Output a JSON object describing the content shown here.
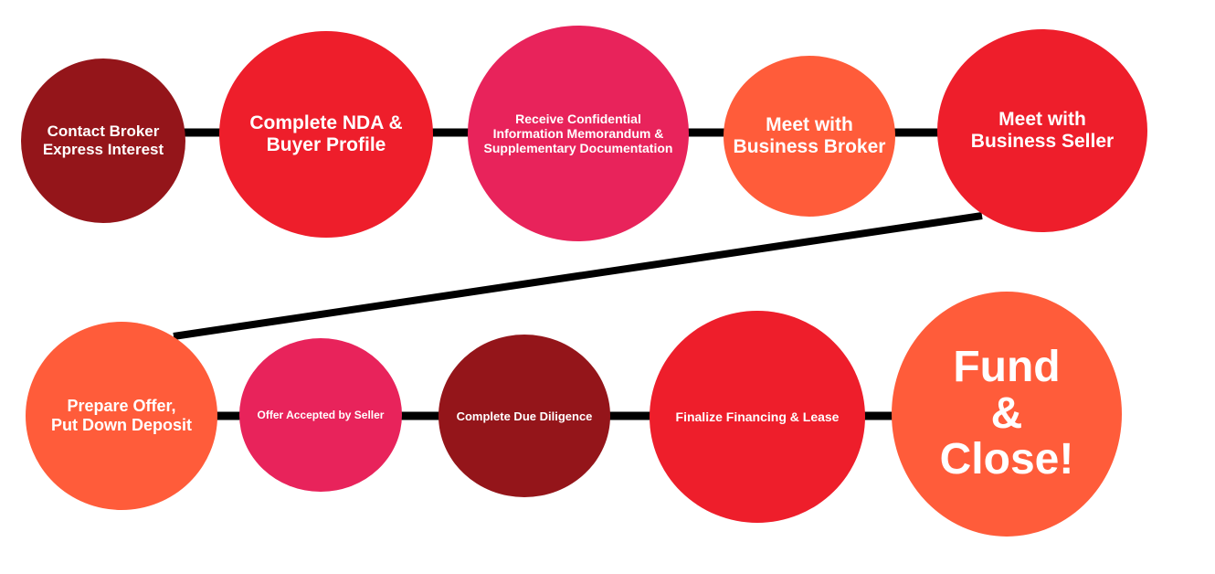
{
  "colors": {
    "dark_red": "#94151A",
    "red": "#EE1E2B",
    "pink": "#E8235B",
    "orange": "#FF5C3A",
    "connector": "#000000"
  },
  "steps": [
    {
      "label": "Contact Broker\nExpress Interest",
      "color": "#94151A"
    },
    {
      "label": "Complete NDA &\nBuyer Profile",
      "color": "#EE1E2B"
    },
    {
      "label": "Receive Confidential\nInformation Memorandum &\nSupplementary Documentation",
      "color": "#E8235B"
    },
    {
      "label": "Meet with\nBusiness Broker",
      "color": "#FF5C3A"
    },
    {
      "label": "Meet with\nBusiness Seller",
      "color": "#EE1E2B"
    },
    {
      "label": "Prepare Offer,\nPut Down Deposit",
      "color": "#FF5C3A"
    },
    {
      "label": "Offer Accepted by Seller",
      "color": "#E8235B"
    },
    {
      "label": "Complete Due Diligence",
      "color": "#94151A"
    },
    {
      "label": "Finalize Financing & Lease",
      "color": "#EE1E2B"
    },
    {
      "label": "Fund\n&\nClose!",
      "color": "#FF5C3A"
    }
  ]
}
